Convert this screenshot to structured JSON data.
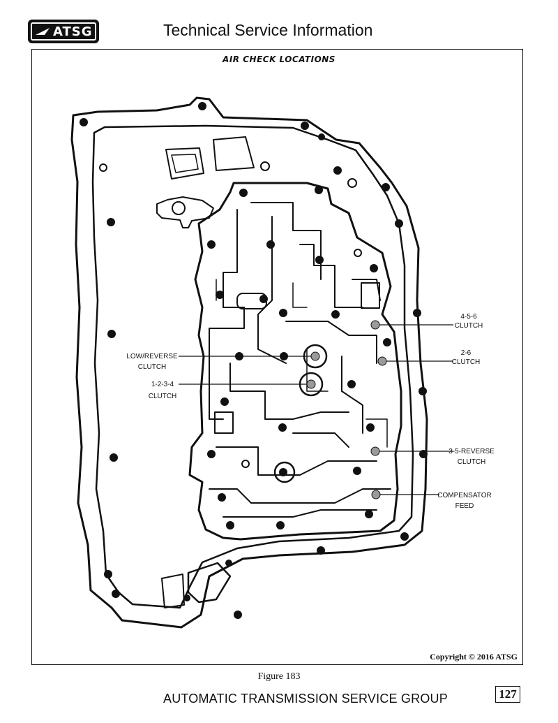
{
  "header": {
    "logo_text": "ATSG",
    "title": "Technical Service Information"
  },
  "figure": {
    "heading": "AIR CHECK LOCATIONS",
    "caption": "Figure 183",
    "copyright": "Copyright © 2016 ATSG"
  },
  "callouts": {
    "c456": [
      "4-5-6",
      "CLUTCH"
    ],
    "c26": [
      "2-6",
      "CLUTCH"
    ],
    "lowrev": [
      "LOW/REVERSE",
      "CLUTCH"
    ],
    "c1234": [
      "1-2-3-4",
      "CLUTCH"
    ],
    "c35rev": [
      "3-5-REVERSE",
      "CLUTCH"
    ],
    "comp": [
      "COMPENSATOR",
      "FEED"
    ]
  },
  "footer": {
    "text": "AUTOMATIC TRANSMISSION SERVICE GROUP",
    "page": "127"
  }
}
